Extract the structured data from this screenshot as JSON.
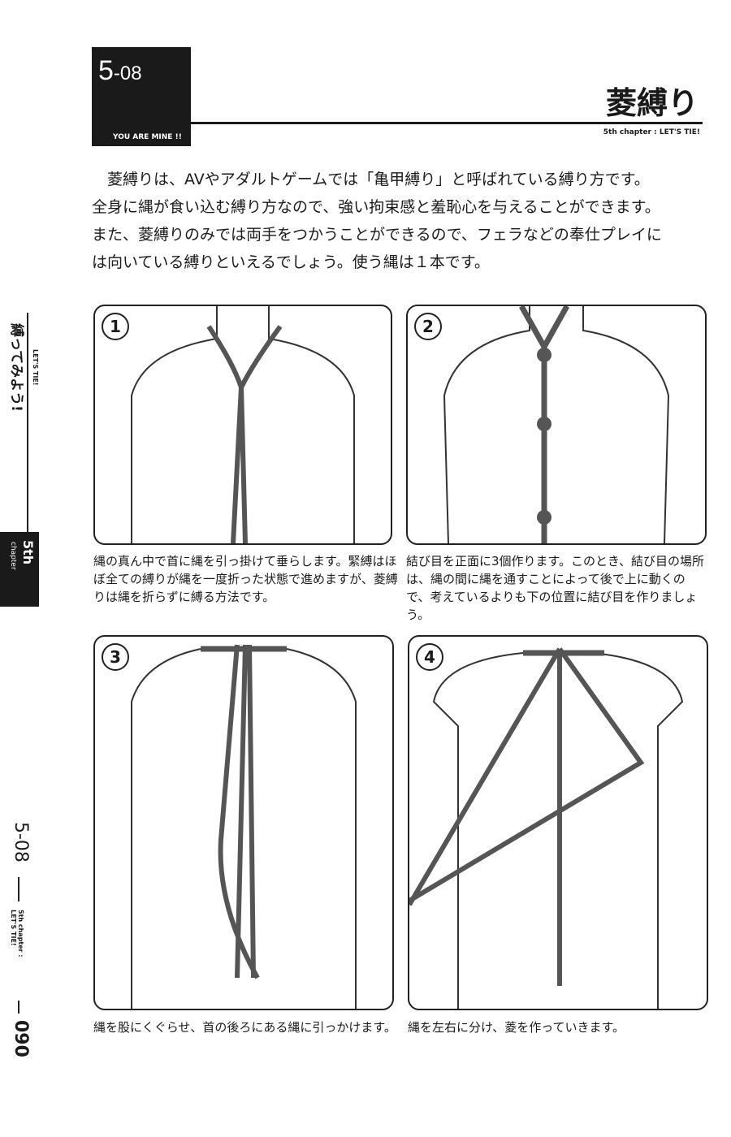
{
  "header": {
    "section_number_main": "5",
    "section_number_sub": "-08",
    "tagline": "YOU ARE MINE !!",
    "title": "菱縛り",
    "chapter_label": "5th chapter : LET'S TIE!"
  },
  "intro": [
    "菱縛りは、AVやアダルトゲームでは「亀甲縛り」と呼ばれている縛り方です。",
    "全身に縄が食い込む縛り方なので、強い拘束感と羞恥心を与えることができます。",
    "また、菱縛りのみでは両手をつかうことができるので、フェラなどの奉仕プレイに",
    "は向いている縛りといえるでしょう。使う縄は１本です。"
  ],
  "steps": [
    {
      "number": "1",
      "caption": "縄の真ん中で首に縄を引っ掛けて垂らします。緊縛はほぼ全ての縛りが縄を一度折った状態で進めますが、菱縛りは縄を折らずに縛る方法です。"
    },
    {
      "number": "2",
      "caption": "結び目を正面に3個作ります。このとき、結び目の場所は、縄の間に縄を通すことによって後で上に動くので、考えているよりも下の位置に結び目を作りましょう。"
    },
    {
      "number": "3",
      "caption": "縄を股にくぐらせ、首の後ろにある縄に引っかけます。"
    },
    {
      "number": "4",
      "caption": "縄を左右に分け、菱を作っていきます。"
    }
  ],
  "sidebar": {
    "chapter_title": "縛ってみよう!",
    "chapter_title_en": "LET'S TIE!",
    "tab": "5th",
    "tab_sub": "chapter",
    "footer_chapter": "5th chapter : LET'S TIE!",
    "footer_section": "5-08",
    "page_number": "090"
  }
}
